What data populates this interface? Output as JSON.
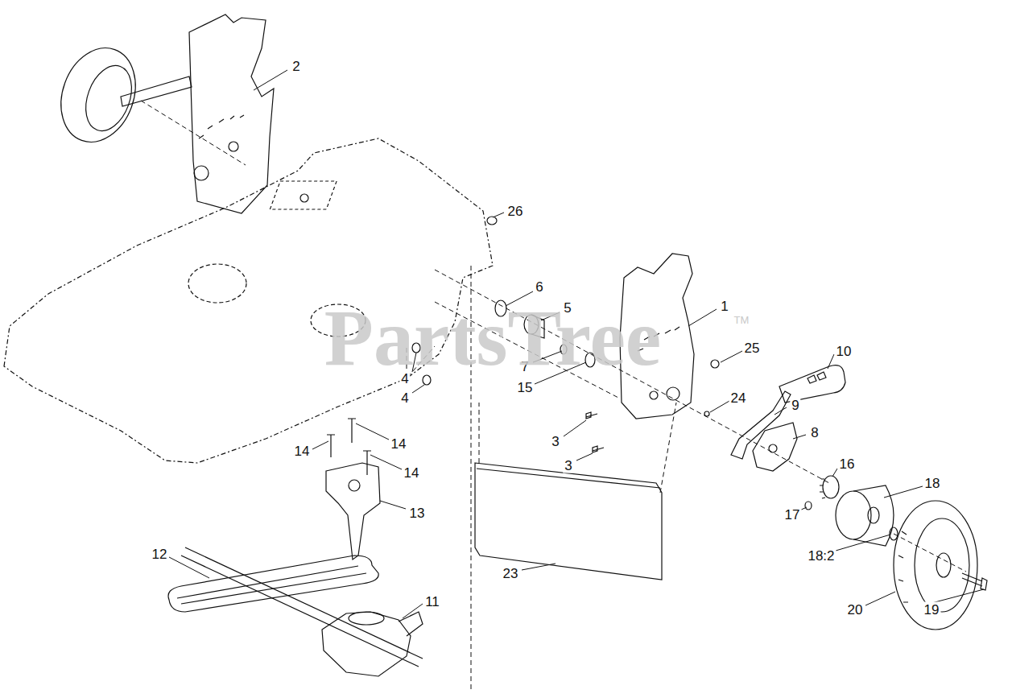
{
  "diagram": {
    "labels": [
      "2",
      "26",
      "6",
      "5",
      "1",
      "10",
      "25",
      "7",
      "15",
      "24",
      "9",
      "4",
      "4",
      "3",
      "3",
      "8",
      "16",
      "14",
      "14",
      "14",
      "13",
      "17",
      "18",
      "18:2",
      "12",
      "23",
      "11",
      "20",
      "19",
      "PartsTree",
      "TM"
    ]
  }
}
